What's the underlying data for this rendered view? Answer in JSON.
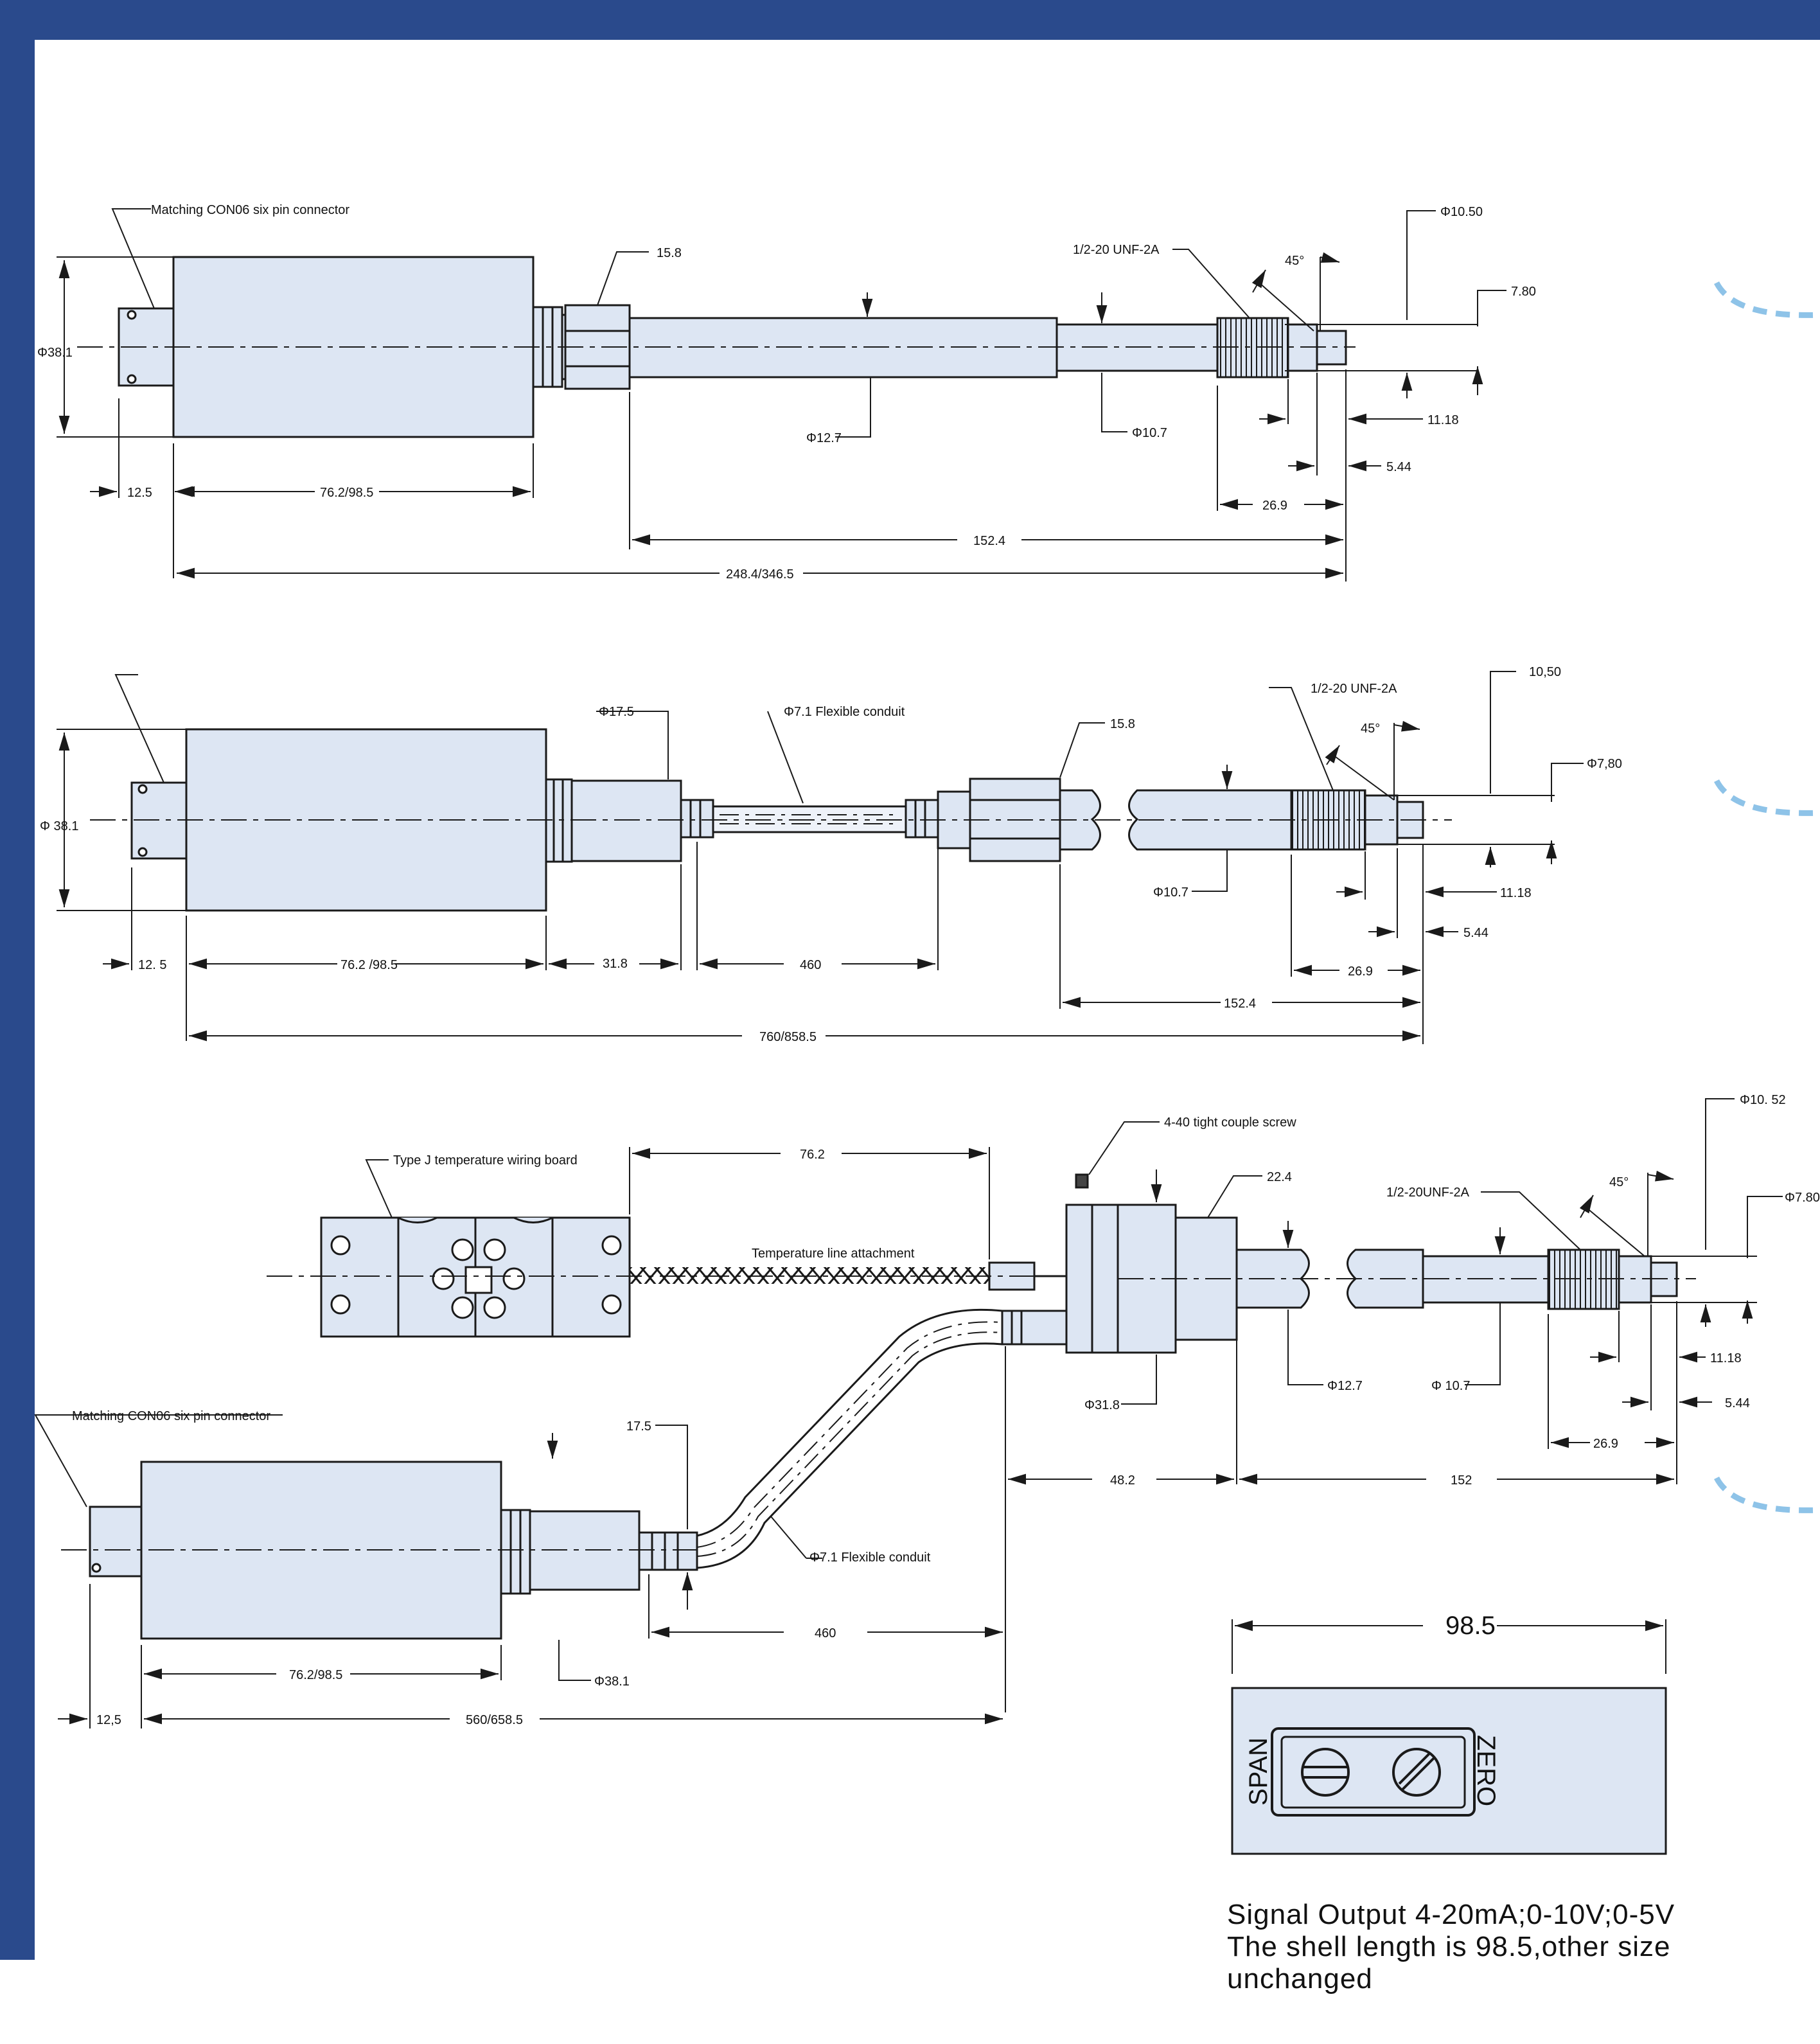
{
  "colors": {
    "frame": "#2a4a8c",
    "part_fill": "#dde6f3",
    "line": "#1a1a1a",
    "accent_dash": "#8ec3e8"
  },
  "drawing1": {
    "connector_note": "Matching CON06 six pin connector",
    "d_body": "Φ38.1",
    "hex": "15.8",
    "thread": "1/2-20 UNF-2A",
    "angle": "45°",
    "d_tip_outer": "Φ10.50",
    "d_tip_inner": "7.80",
    "d_stem": "Φ12.7",
    "d_stem2": "Φ10.7",
    "l_1118": "11.18",
    "l_544": "5.44",
    "l_269": "26.9",
    "l_125": "12.5",
    "l_body": "76.2/98.5",
    "l_1524": "152.4",
    "l_total": "248.4/346.5"
  },
  "drawing2": {
    "d_body": "Φ 38.1",
    "d_collar": "Φ17.5",
    "conduit": "Φ7.1 Flexible conduit",
    "hex": "15.8",
    "thread": "1/2-20 UNF-2A",
    "d_tip_outer": "10,50",
    "angle": "45°",
    "d_tip_inner": "Φ7,80",
    "d_stem": "Φ10.7",
    "l_1118": "11.18",
    "l_544": "5.44",
    "l_269": "26.9",
    "l_125": "12. 5",
    "l_body": "76.2 /98.5",
    "l_318": "31.8",
    "l_460": "460",
    "l_1524": "152.4",
    "l_total": "760/858.5"
  },
  "drawing3": {
    "wiring_board": "Type J temperature wiring board",
    "l_762": "76.2",
    "screw": "4-40 tight couple screw",
    "temp_line": "Temperature line attachment",
    "d_224": "22.4",
    "thread": "1/2-20UNF-2A",
    "angle": "45°",
    "d_tip_outer": "Φ10. 52",
    "d_tip_inner": "Φ7.80",
    "d_stem": "Φ12.7",
    "d_stem2": "Φ 10.7",
    "d_318": "Φ31.8",
    "l_1118": "11.18",
    "l_544": "5.44",
    "l_269": "26.9",
    "l_482": "48.2",
    "l_152": "152",
    "connector_note": "Matching CON06 six pin connector",
    "d_collar": "17.5",
    "conduit": "Φ7.1 Flexible conduit",
    "l_460": "460",
    "l_body": "76.2/98.5",
    "d_body": "Φ38.1",
    "l_125": "12,5",
    "l_total": "560/658.5"
  },
  "panel": {
    "width_label": "98.5",
    "span": "SPAN",
    "zero": "ZERO"
  },
  "notes": {
    "line1": "Signal Output 4-20mA;0-10V;0-5V",
    "line2": "The shell length is 98.5,other size unchanged"
  }
}
